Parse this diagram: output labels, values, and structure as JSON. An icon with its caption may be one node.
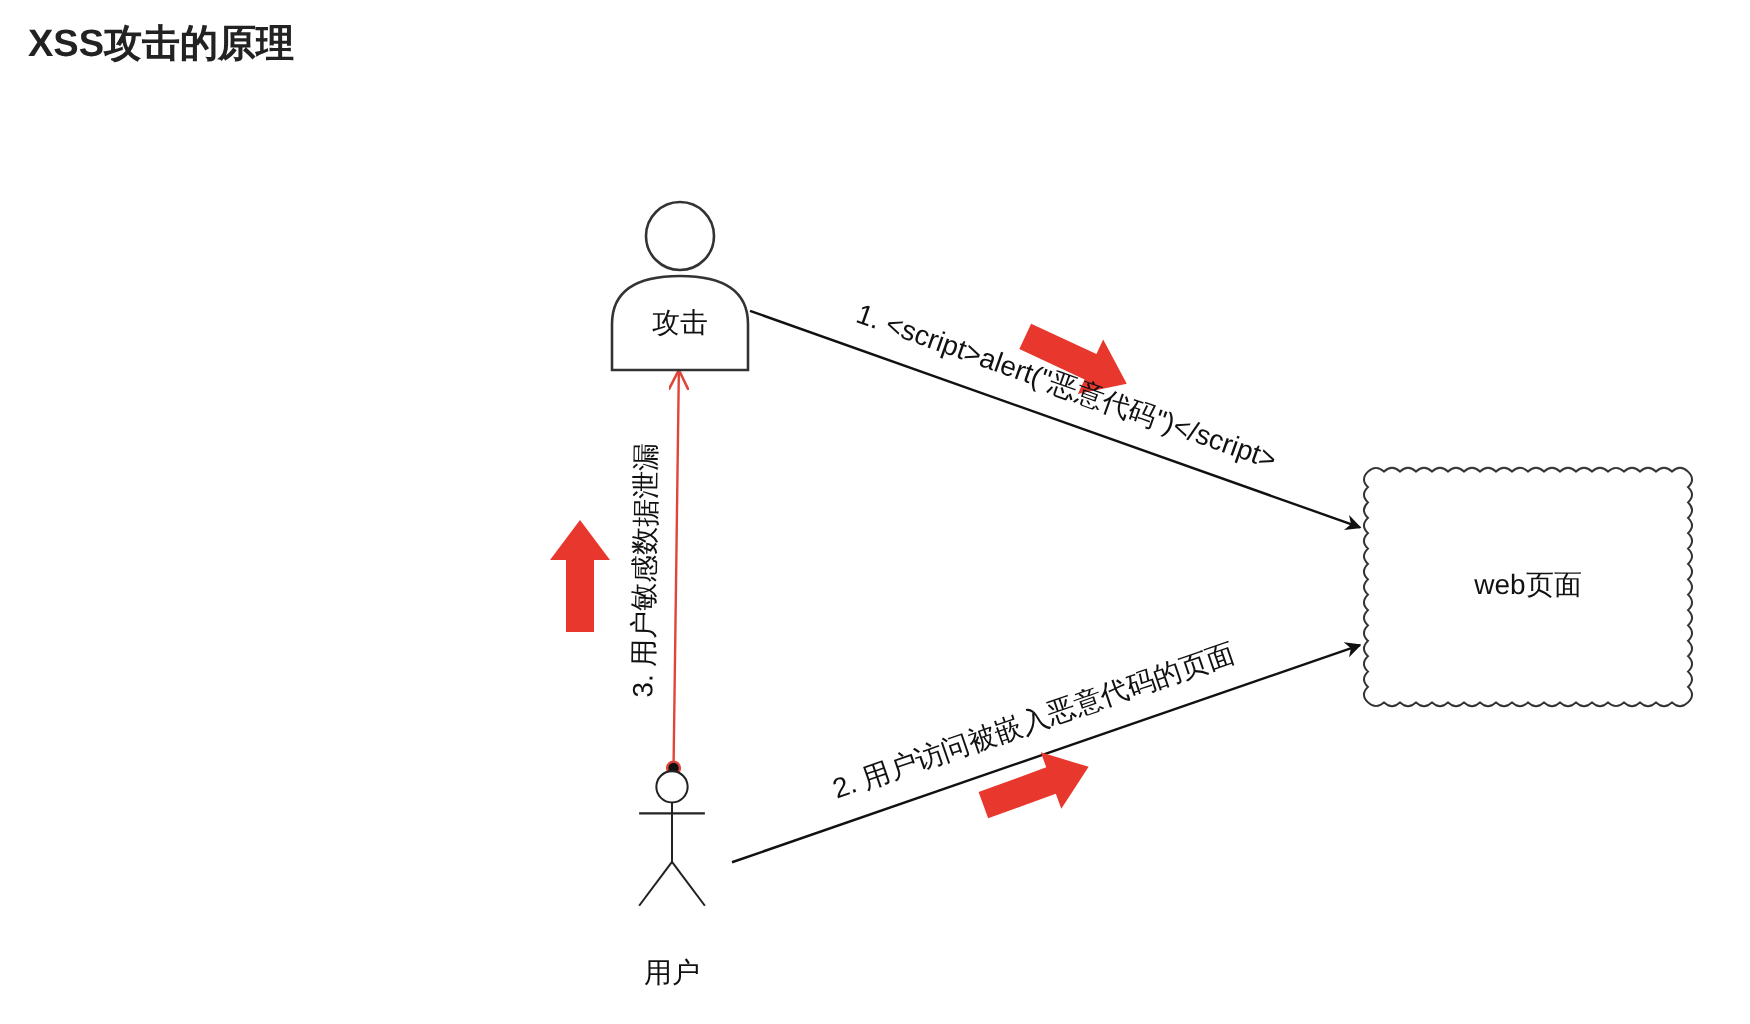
{
  "diagram": {
    "title": "XSS攻击的原理",
    "nodes": [
      {
        "text": [
          "攻击"
        ]
      },
      {
        "text": [
          "web页面"
        ]
      },
      {
        "text": [
          "用户"
        ]
      }
    ],
    "edges": [
      {
        "from": 0,
        "to": 1,
        "arrow": "to",
        "label": "1. <script>alert(\"恶意代码\")</script>"
      },
      {
        "from": 2,
        "to": 1,
        "arrow": "to",
        "label": "2. 用户访问被嵌入恶意代码的页面"
      },
      {
        "from": 2,
        "to": 0,
        "arrow": "to",
        "label": "3. 用户敏感数据泄漏",
        "color": "#e0453a"
      }
    ]
  }
}
